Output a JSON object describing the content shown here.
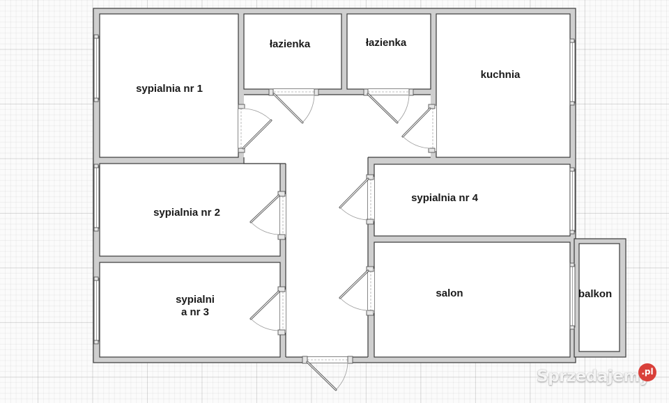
{
  "floor_plan": {
    "rooms": [
      {
        "id": "sypialnia-1",
        "label": "sypialnia nr 1"
      },
      {
        "id": "lazienka-1",
        "label": "łazienka"
      },
      {
        "id": "lazienka-2",
        "label": "łazienka"
      },
      {
        "id": "kuchnia",
        "label": "kuchnia"
      },
      {
        "id": "sypialnia-2",
        "label": "sypialnia nr 2"
      },
      {
        "id": "sypialnia-4",
        "label": "sypialnia nr 4"
      },
      {
        "id": "sypialnia-3",
        "label": "sypialni\na nr 3"
      },
      {
        "id": "salon",
        "label": "salon"
      },
      {
        "id": "balkon",
        "label": "balkon"
      }
    ],
    "colors": {
      "wall_fill": "#cfcfcf",
      "wall_stroke": "#3a3a3a",
      "room_fill": "#ffffff",
      "grid_background": "#fbfbfb"
    }
  },
  "watermark": {
    "text": "Sprzedajemy",
    "badge": ".pl",
    "badge_color": "#d9403a"
  }
}
